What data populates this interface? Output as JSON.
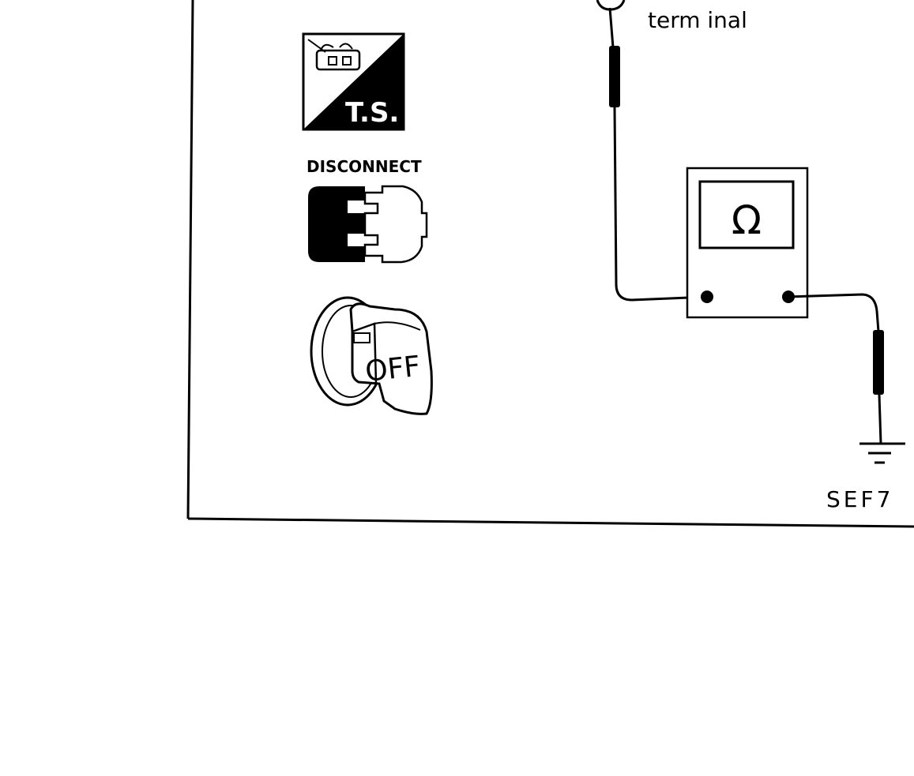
{
  "icons": {
    "test_symbol": {
      "name": "tester-symbol-icon",
      "text": "T.S."
    },
    "disconnect": {
      "name": "disconnect-connector-icon",
      "text": "DISCONNECT"
    },
    "ignition": {
      "name": "ignition-key-off-icon",
      "text": "OFF"
    }
  },
  "meter": {
    "name": "ohmmeter-icon",
    "symbol": "Ω"
  },
  "labels": {
    "terminal": "term inal",
    "figure_code": "SEF7"
  },
  "colors": {
    "ink": "#000000",
    "paper": "#ffffff"
  }
}
